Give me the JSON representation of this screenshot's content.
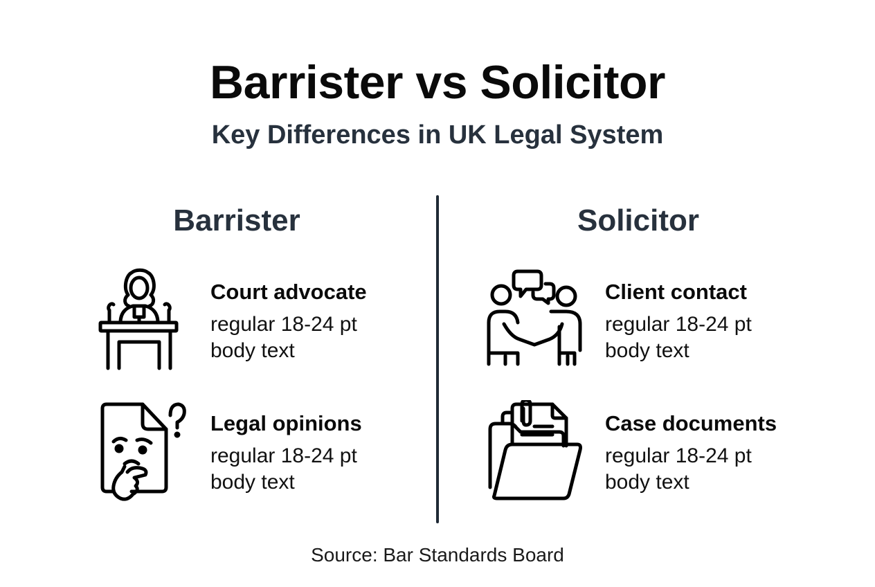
{
  "header": {
    "title": "Barrister vs Solicitor",
    "subtitle": "Key Differences in UK Legal System"
  },
  "columns": [
    {
      "heading": "Barrister",
      "items": [
        {
          "icon": "judge-at-podium-icon",
          "title": "Court advocate",
          "body_line1": "regular 18-24 pt",
          "body_line2": "body text"
        },
        {
          "icon": "thinking-document-icon",
          "title": "Legal opinions",
          "body_line1": "regular 18-24 pt",
          "body_line2": "body text"
        }
      ]
    },
    {
      "heading": "Solicitor",
      "items": [
        {
          "icon": "handshake-conversation-icon",
          "title": "Client contact",
          "body_line1": "regular 18-24 pt",
          "body_line2": "body text"
        },
        {
          "icon": "folder-documents-icon",
          "title": "Case documents",
          "body_line1": "regular 18-24 pt",
          "body_line2": "body text"
        }
      ]
    }
  ],
  "footer": {
    "source": "Source: Bar Standards Board"
  },
  "colors": {
    "title": "#0a0a0a",
    "subtitle": "#27313d",
    "divider": "#1f2a35",
    "background": "#ffffff"
  }
}
